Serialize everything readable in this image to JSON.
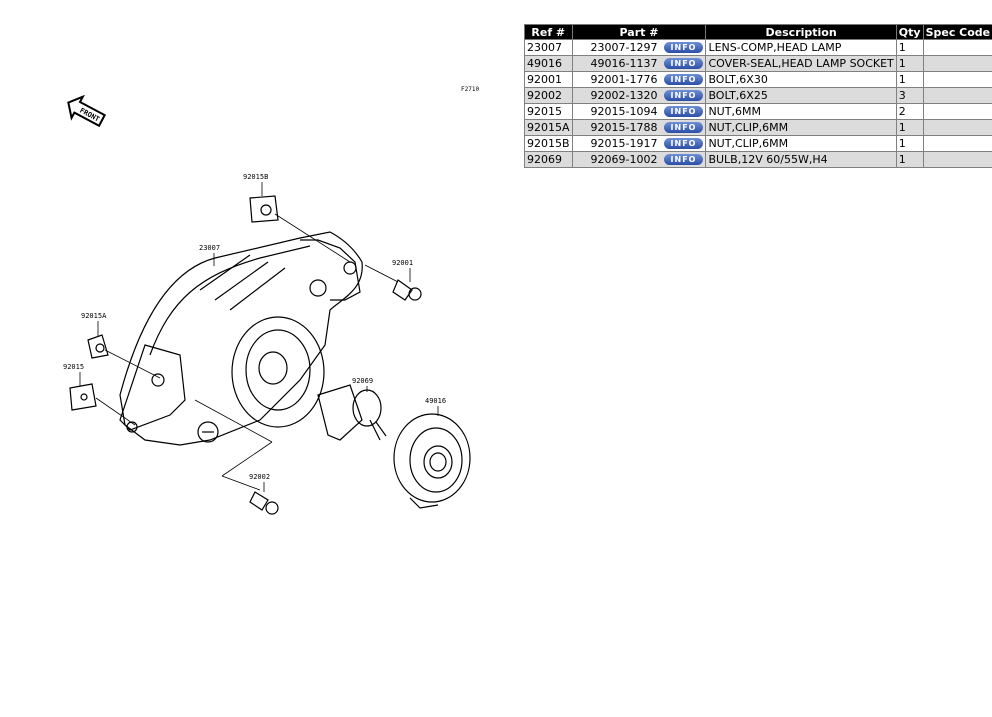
{
  "diagram": {
    "code": "F2710",
    "front_label": "FRONT",
    "callouts": {
      "c92015B": "92015B",
      "c23007": "23007",
      "c92001": "92001",
      "c92015A": "92015A",
      "c92015": "92015",
      "c92069": "92069",
      "c49016": "49016",
      "c92002": "92002"
    }
  },
  "table": {
    "headers": {
      "ref": "Ref #",
      "part": "Part #",
      "desc": "Description",
      "qty": "Qty",
      "spec": "Spec Code"
    },
    "info_label": "INFO",
    "rows": [
      {
        "ref": "23007",
        "part": "23007-1297",
        "desc": "LENS-COMP,HEAD LAMP",
        "qty": "1",
        "spec": ""
      },
      {
        "ref": "49016",
        "part": "49016-1137",
        "desc": "COVER-SEAL,HEAD LAMP SOCKET",
        "qty": "1",
        "spec": ""
      },
      {
        "ref": "92001",
        "part": "92001-1776",
        "desc": "BOLT,6X30",
        "qty": "1",
        "spec": ""
      },
      {
        "ref": "92002",
        "part": "92002-1320",
        "desc": "BOLT,6X25",
        "qty": "3",
        "spec": ""
      },
      {
        "ref": "92015",
        "part": "92015-1094",
        "desc": "NUT,6MM",
        "qty": "2",
        "spec": ""
      },
      {
        "ref": "92015A",
        "part": "92015-1788",
        "desc": "NUT,CLIP,6MM",
        "qty": "1",
        "spec": ""
      },
      {
        "ref": "92015B",
        "part": "92015-1917",
        "desc": "NUT,CLIP,6MM",
        "qty": "1",
        "spec": ""
      },
      {
        "ref": "92069",
        "part": "92069-1002",
        "desc": "BULB,12V 60/55W,H4",
        "qty": "1",
        "spec": ""
      }
    ]
  }
}
